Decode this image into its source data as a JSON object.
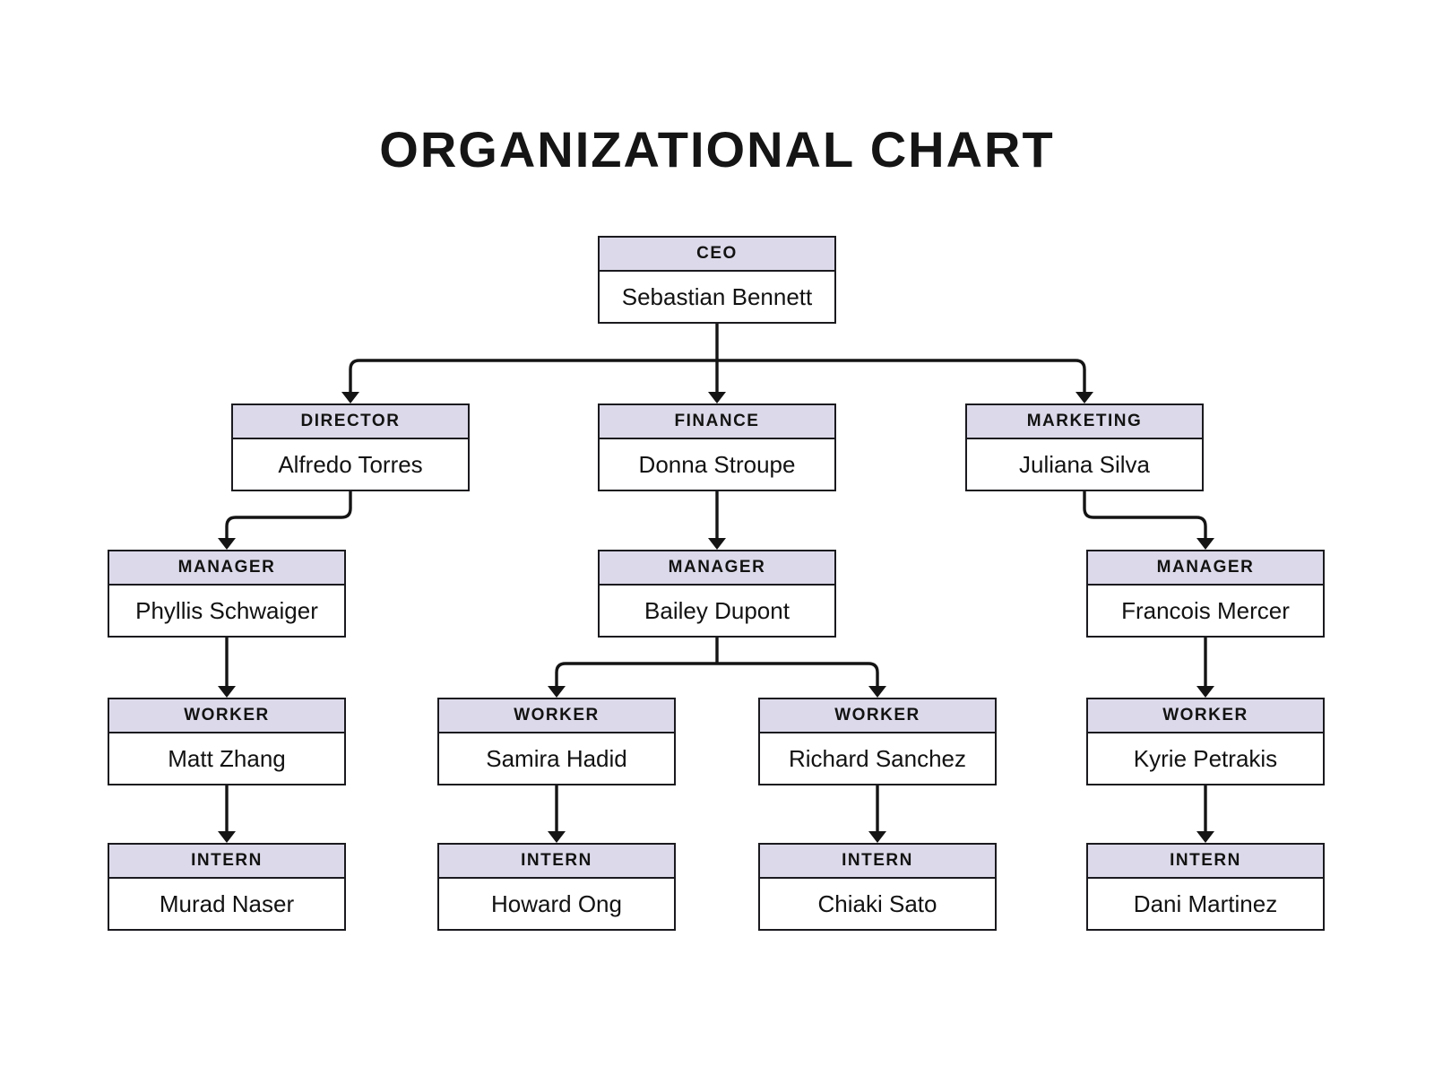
{
  "title": "ORGANIZATIONAL CHART",
  "colors": {
    "header_bg": "#dcdaea",
    "border": "#1a1a1f",
    "line": "#141414",
    "text": "#121212",
    "bg": "#ffffff"
  },
  "nodes": {
    "ceo": {
      "role": "CEO",
      "name": "Sebastian Bennett"
    },
    "director": {
      "role": "DIRECTOR",
      "name": "Alfredo Torres"
    },
    "finance": {
      "role": "FINANCE",
      "name": "Donna Stroupe"
    },
    "marketing": {
      "role": "MARKETING",
      "name": "Juliana Silva"
    },
    "manager_a": {
      "role": "MANAGER",
      "name": "Phyllis Schwaiger"
    },
    "manager_b": {
      "role": "MANAGER",
      "name": "Bailey Dupont"
    },
    "manager_c": {
      "role": "MANAGER",
      "name": "Francois Mercer"
    },
    "worker_a": {
      "role": "WORKER",
      "name": "Matt Zhang"
    },
    "worker_b": {
      "role": "WORKER",
      "name": "Samira Hadid"
    },
    "worker_c": {
      "role": "WORKER",
      "name": "Richard Sanchez"
    },
    "worker_d": {
      "role": "WORKER",
      "name": "Kyrie Petrakis"
    },
    "intern_a": {
      "role": "INTERN",
      "name": "Murad Naser"
    },
    "intern_b": {
      "role": "INTERN",
      "name": "Howard Ong"
    },
    "intern_c": {
      "role": "INTERN",
      "name": "Chiaki Sato"
    },
    "intern_d": {
      "role": "INTERN",
      "name": "Dani Martinez"
    }
  },
  "edges": [
    {
      "from": "ceo",
      "to": "director"
    },
    {
      "from": "ceo",
      "to": "finance"
    },
    {
      "from": "ceo",
      "to": "marketing"
    },
    {
      "from": "director",
      "to": "manager_a"
    },
    {
      "from": "finance",
      "to": "manager_b"
    },
    {
      "from": "marketing",
      "to": "manager_c"
    },
    {
      "from": "manager_a",
      "to": "worker_a"
    },
    {
      "from": "manager_b",
      "to": "worker_b"
    },
    {
      "from": "manager_b",
      "to": "worker_c"
    },
    {
      "from": "manager_c",
      "to": "worker_d"
    },
    {
      "from": "worker_a",
      "to": "intern_a"
    },
    {
      "from": "worker_b",
      "to": "intern_b"
    },
    {
      "from": "worker_c",
      "to": "intern_c"
    },
    {
      "from": "worker_d",
      "to": "intern_d"
    }
  ]
}
